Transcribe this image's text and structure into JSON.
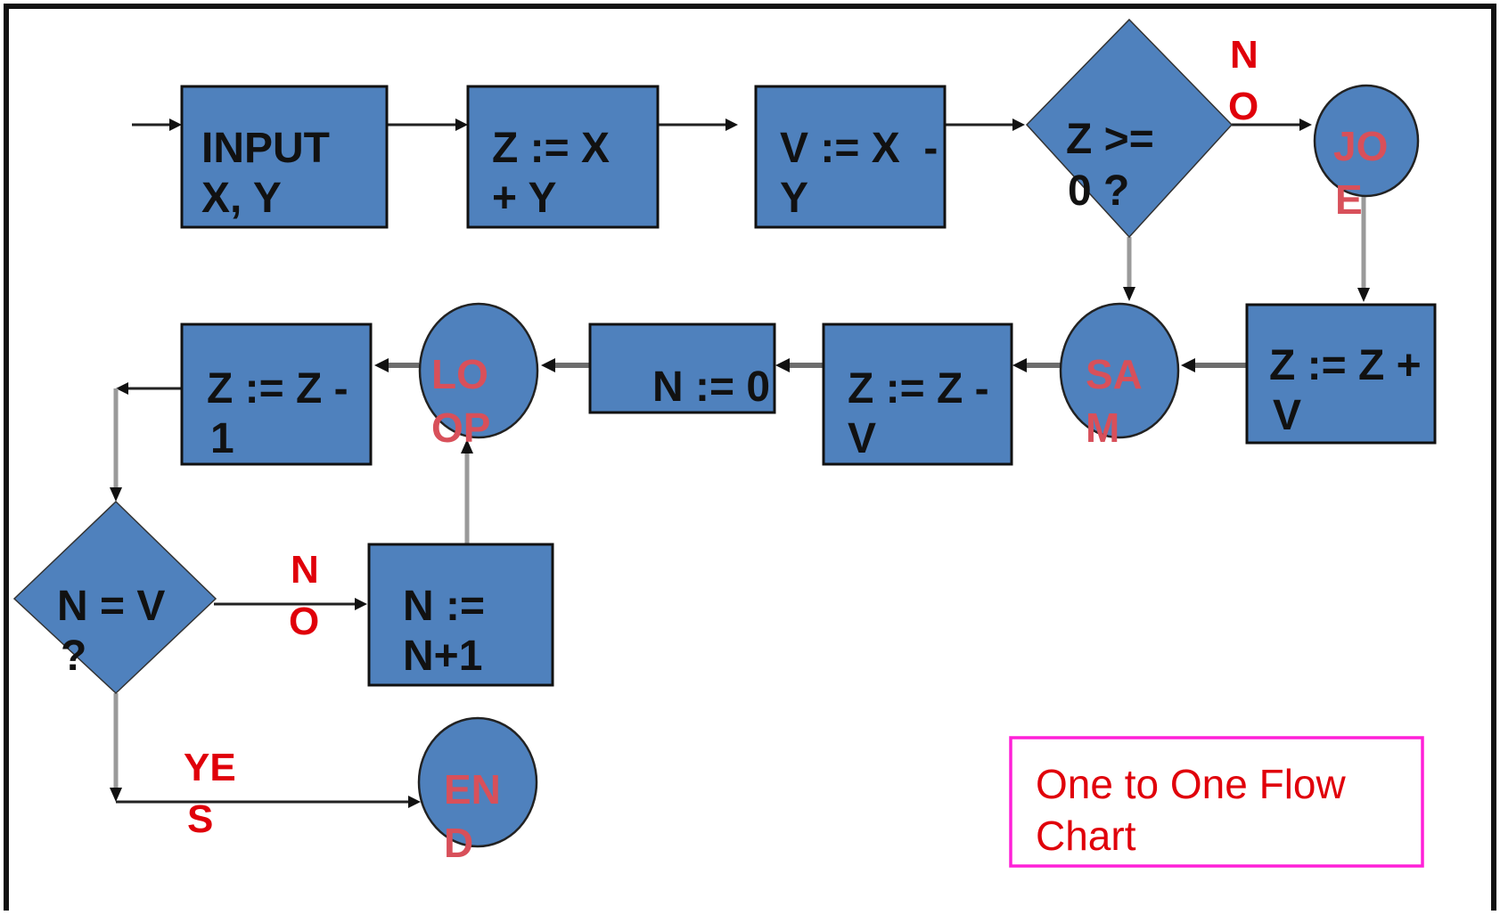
{
  "diagram": {
    "nodes": {
      "input": {
        "line1": "INPUT",
        "line2": "X, Y"
      },
      "z_sum": {
        "line1": "Z := X",
        "line2": "+ Y"
      },
      "v_diff": {
        "line1": "V := X  -",
        "line2": "Y"
      },
      "decision_z": {
        "line1": "Z >=",
        "line2": "0 ?"
      },
      "joe": {
        "line1": "JO",
        "line2": "E"
      },
      "z_plus_v": {
        "line1": "Z := Z +",
        "line2": "V"
      },
      "sam": {
        "line1": "SA",
        "line2": "M"
      },
      "z_minus_v": {
        "line1": "Z := Z -",
        "line2": "V"
      },
      "n_zero": {
        "line1": "N := 0"
      },
      "loop": {
        "line1": "LO",
        "line2": "OP"
      },
      "z_minus_1": {
        "line1": "Z := Z -",
        "line2": "1"
      },
      "decision_n": {
        "line1": "N = V",
        "line2": "?"
      },
      "n_inc": {
        "line1": "N :=",
        "line2": "N+1"
      },
      "end": {
        "line1": "EN",
        "line2": "D"
      }
    },
    "branch_labels": {
      "z_no": {
        "line1": "N",
        "line2": "O"
      },
      "n_no": {
        "line1": "N",
        "line2": "O"
      },
      "n_yes": {
        "line1": "YE",
        "line2": "S"
      }
    },
    "caption": {
      "line1": "One to One Flow",
      "line2": "Chart"
    }
  }
}
